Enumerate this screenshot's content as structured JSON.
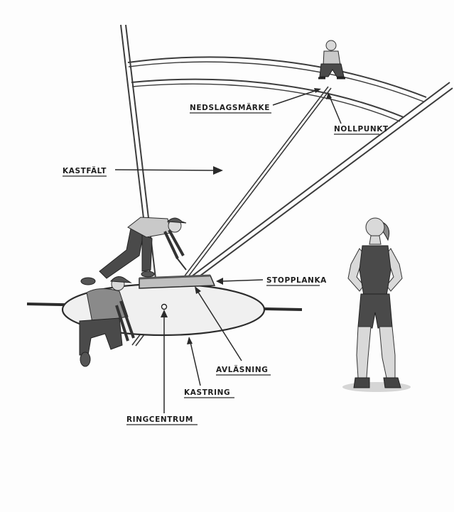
{
  "labels": {
    "nedslagsmarke": "NEDSLAGSMÄRKE",
    "nollpunkt": "NOLLPUNKT",
    "kastfalt": "KASTFÄLT",
    "stopplanka": "STOPPLANKA",
    "avlasning": "AVLÄSNING",
    "kastring": "KASTRING",
    "ringcentrum": "RINGCENTRUM"
  },
  "figures": [
    {
      "name": "judge-at-landing-mark",
      "role": "crouching official at the landing mark"
    },
    {
      "name": "measuring-official-standing",
      "role": "official bending over the stop board"
    },
    {
      "name": "measuring-official-kneeling",
      "role": "official kneeling at the ring centre"
    },
    {
      "name": "athlete",
      "role": "thrower standing with hands on hips"
    }
  ]
}
